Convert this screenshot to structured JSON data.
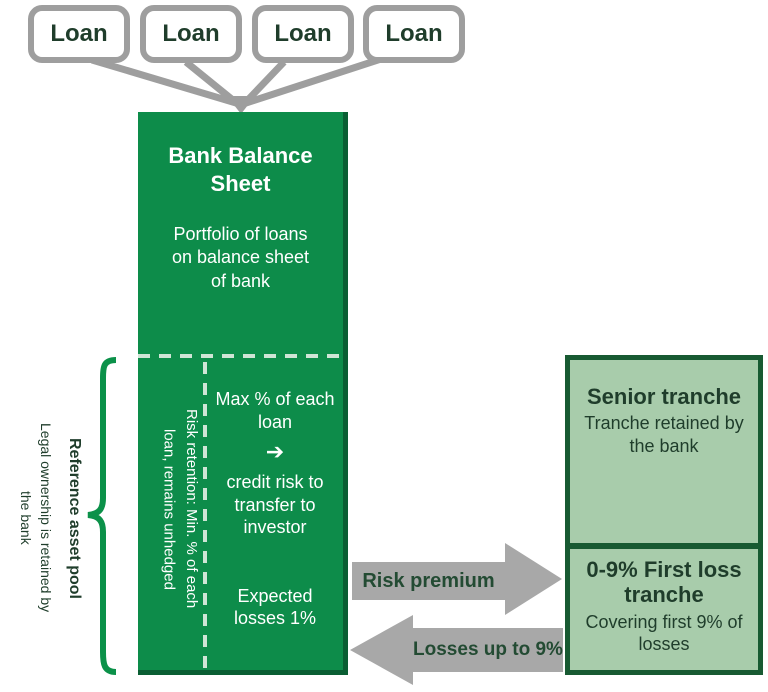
{
  "colors": {
    "bank_green": "#0d8c4a",
    "bank_green_shadow": "#0a5e33",
    "light_green": "#a8ccab",
    "dark_green_border": "#185a32",
    "brace_green": "#0b9149",
    "connector_gray": "#9e9e9e",
    "arrow_gray": "#a8a8a8",
    "dark_text": "#1f3d2b",
    "dash_line": "#cfe5d6"
  },
  "loan_boxes": [
    "Loan",
    "Loan",
    "Loan",
    "Loan"
  ],
  "bank_box": {
    "title": "Bank Balance Sheet",
    "subtitle": "Portfolio of loans on balance sheet of bank",
    "retention_lines": [
      "Risk retention: Min. % of each",
      "loan, remains unhedged"
    ],
    "max_pct": "Max % of each loan",
    "transfer_arrow": "➔",
    "credit_risk": "credit risk to transfer to investor",
    "expected_losses": "Expected losses 1%"
  },
  "reference_pool": {
    "heading": "Reference asset pool",
    "sub_lines": [
      "Legal ownership is retained by",
      "the bank"
    ]
  },
  "tranches": {
    "senior_title": "Senior tranche",
    "senior_sub": "Tranche retained by the bank",
    "first_loss_title": "0-9% First loss tranche",
    "first_loss_sub": "Covering first 9% of losses"
  },
  "flows": {
    "risk_premium": "Risk premium",
    "losses": "Losses up to 9%"
  }
}
